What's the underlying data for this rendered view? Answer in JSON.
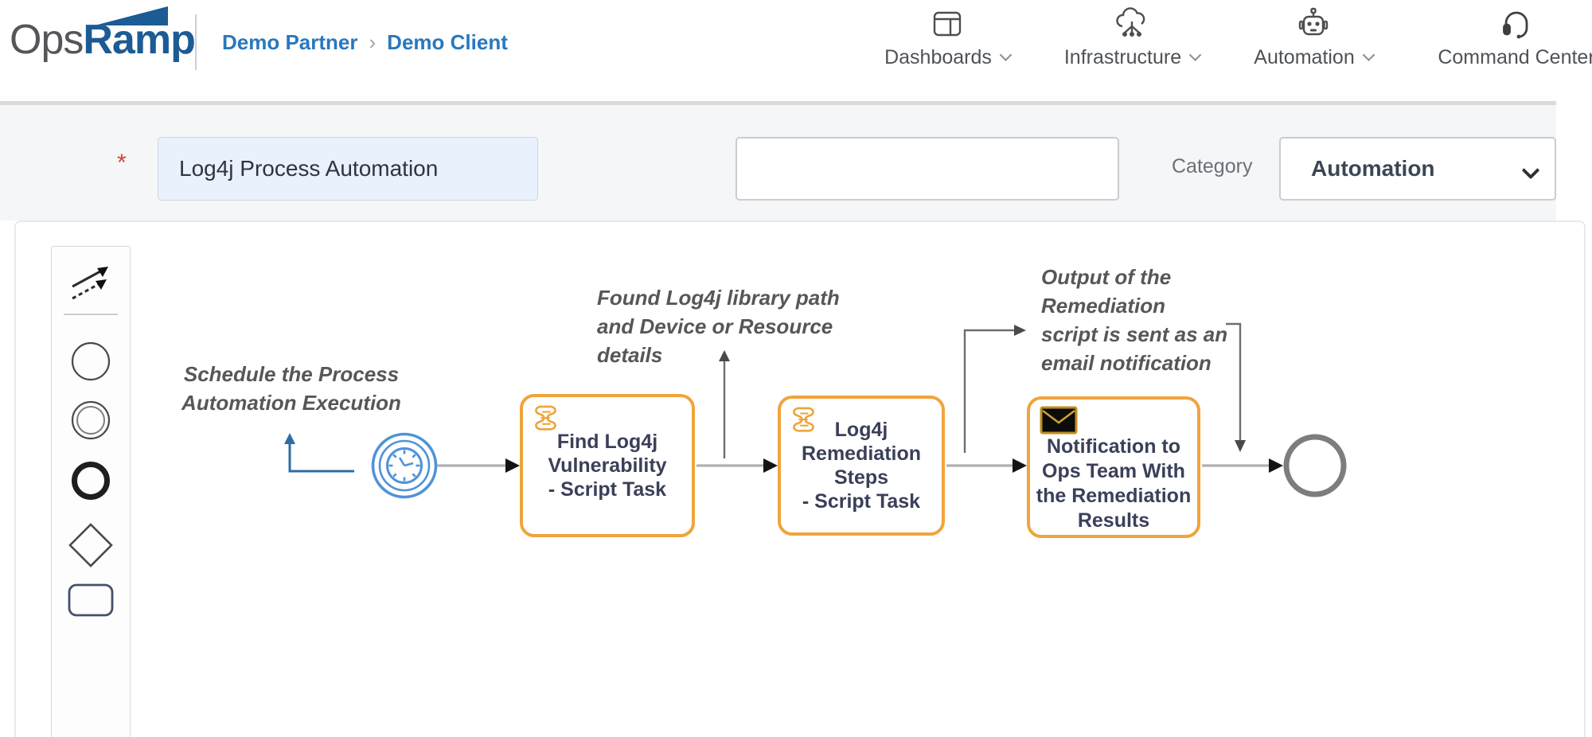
{
  "colors": {
    "accent_orange": "#F0A43C",
    "timer_blue": "#4F93D8",
    "breadcrumb_blue": "#2878BE",
    "annotation_gray": "#575757",
    "flow_gray": "#B0B0B0"
  },
  "header": {
    "logo_ops": "Ops",
    "logo_ramp": "Ramp",
    "breadcrumb": {
      "parent": "Demo Partner",
      "separator": "›",
      "child": "Demo Client"
    },
    "nav_items": [
      {
        "label": "Dashboards",
        "icon": "dashboards-icon",
        "dropdown": true
      },
      {
        "label": "Infrastructure",
        "icon": "infrastructure-icon",
        "dropdown": true
      },
      {
        "label": "Automation",
        "icon": "automation-icon",
        "dropdown": true
      },
      {
        "label": "Command Center",
        "icon": "command-center-icon",
        "dropdown": false
      }
    ]
  },
  "form": {
    "required_marker": "*",
    "process_name_value": "Log4j Process Automation",
    "description_value": "",
    "category_label": "Category",
    "category_value": "Automation"
  },
  "palette": {
    "tools": [
      {
        "name": "connector-tool",
        "icon": "connector-arrows-icon"
      },
      {
        "name": "start-event-tool",
        "icon": "thin-circle-icon"
      },
      {
        "name": "intermediate-event-tool",
        "icon": "double-circle-icon"
      },
      {
        "name": "end-event-tool",
        "icon": "thick-circle-icon"
      },
      {
        "name": "gateway-tool",
        "icon": "diamond-icon"
      },
      {
        "name": "task-tool",
        "icon": "rounded-rectangle-icon"
      }
    ]
  },
  "diagram": {
    "annotations": [
      {
        "id": "schedule-note",
        "lines": [
          "Schedule the Process",
          "Automation Execution"
        ]
      },
      {
        "id": "found-note",
        "lines": [
          "Found Log4j library path",
          "and Device or Resource",
          "details"
        ]
      },
      {
        "id": "output-note",
        "lines": [
          "Output of the",
          "Remediation",
          "script is sent as an",
          "email notification"
        ]
      }
    ],
    "nodes": [
      {
        "id": "timer-start",
        "type": "timer-start-event"
      },
      {
        "id": "task-1",
        "type": "script-task",
        "lines": [
          "Find Log4j",
          "Vulnerability",
          "- Script Task"
        ]
      },
      {
        "id": "task-2",
        "type": "script-task",
        "lines": [
          "Log4j",
          "Remediation",
          "Steps",
          "- Script Task"
        ]
      },
      {
        "id": "task-3",
        "type": "email-task",
        "lines": [
          "Notification to",
          "Ops Team With",
          "the Remediation",
          "Results"
        ]
      },
      {
        "id": "end-event",
        "type": "end-event"
      }
    ]
  }
}
